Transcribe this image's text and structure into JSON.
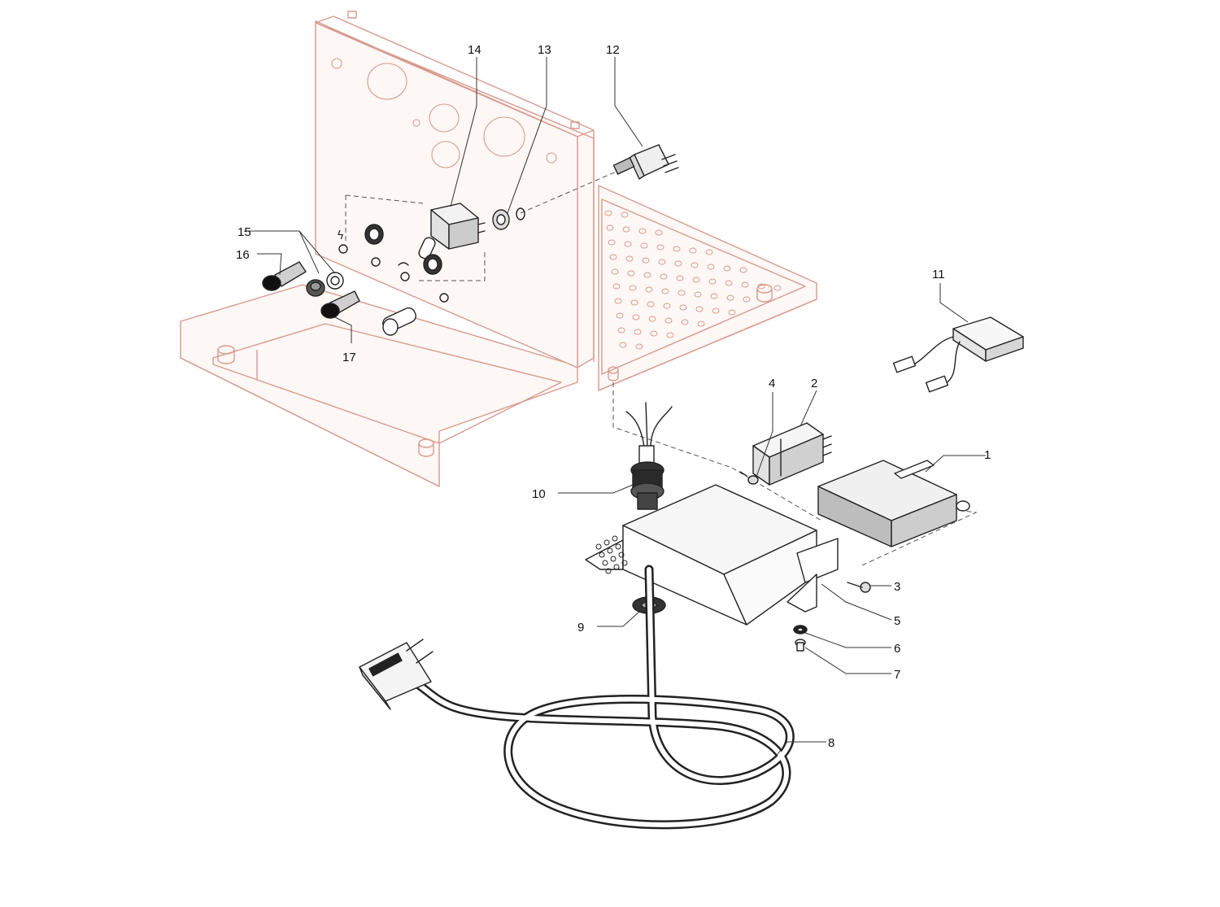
{
  "colors": {
    "frame": "#d79a8f",
    "frame_fill": "#fdf7f5",
    "part_stroke": "#222222",
    "part_dark": "#1c1c1c",
    "part_grey": "#cfcfcf",
    "part_light": "#f2f2f2"
  },
  "callouts": [
    {
      "id": "1",
      "label": "1"
    },
    {
      "id": "2",
      "label": "2"
    },
    {
      "id": "3",
      "label": "3"
    },
    {
      "id": "4",
      "label": "4"
    },
    {
      "id": "5",
      "label": "5"
    },
    {
      "id": "6",
      "label": "6"
    },
    {
      "id": "7",
      "label": "7"
    },
    {
      "id": "8",
      "label": "8"
    },
    {
      "id": "9",
      "label": "9"
    },
    {
      "id": "10",
      "label": "10"
    },
    {
      "id": "11",
      "label": "11"
    },
    {
      "id": "12",
      "label": "12"
    },
    {
      "id": "13",
      "label": "13"
    },
    {
      "id": "14",
      "label": "14"
    },
    {
      "id": "15",
      "label": "15"
    },
    {
      "id": "16",
      "label": "16"
    },
    {
      "id": "17",
      "label": "17"
    }
  ]
}
